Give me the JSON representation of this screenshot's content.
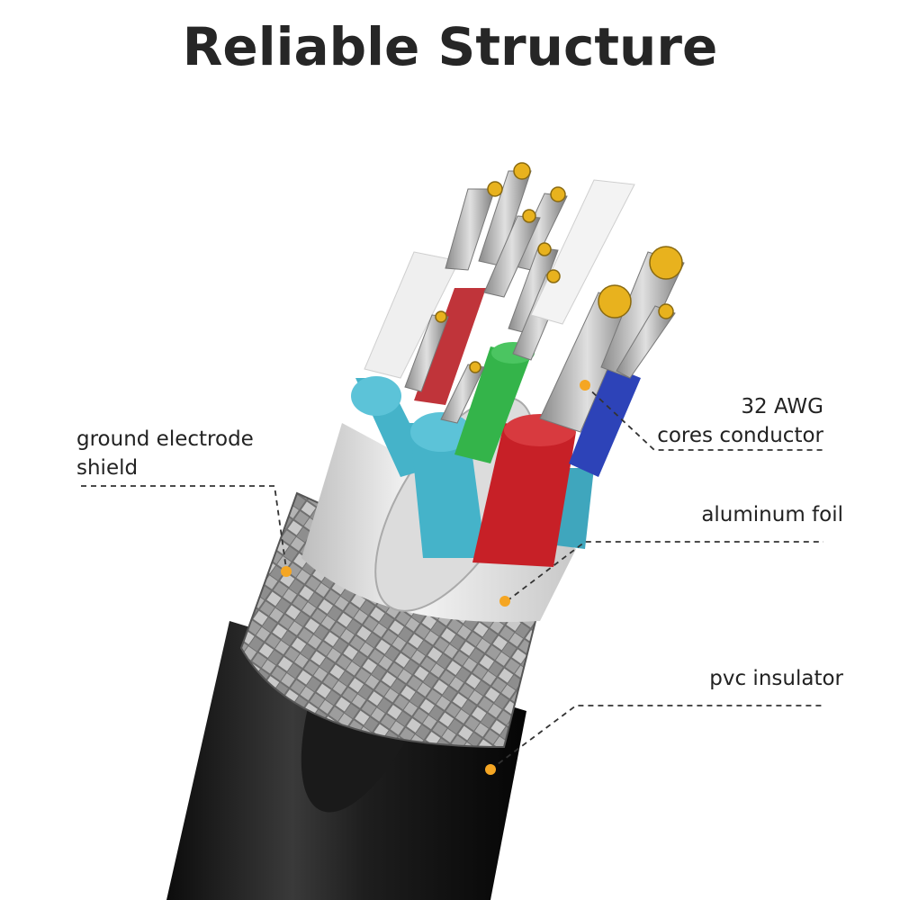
{
  "title": "Reliable Structure",
  "labels": {
    "ground_shield": [
      "ground electrode",
      "shield"
    ],
    "conductor": [
      "32 AWG",
      "cores conductor"
    ],
    "foil": "aluminum foil",
    "insulator": "pvc insulator"
  },
  "colors": {
    "title": "#262626",
    "label_text": "#222222",
    "marker": "#f5a623",
    "jacket": "#1b1b1b",
    "braid": "#9a9a9a",
    "foil": "#e6e6e6",
    "core_cyan": "#45b3c9",
    "core_red": "#c72027",
    "core_green": "#34b44a",
    "core_blue": "#2d43b8",
    "core_white": "#f1f1f1",
    "conductor_copper": "#e8b21e"
  }
}
